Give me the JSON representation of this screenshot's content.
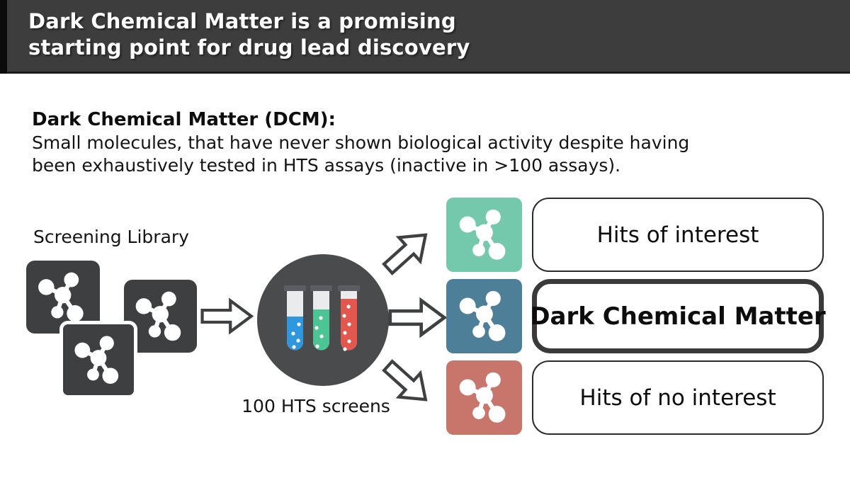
{
  "header": {
    "title_line1": "Dark Chemical Matter is a promising",
    "title_line2": "starting point for drug lead discovery",
    "bg_color": "#3d3d3d"
  },
  "definition": {
    "heading": "Dark Chemical Matter (DCM):",
    "body_line1": "Small molecules, that have never shown biological activity despite having",
    "body_line2": "been exhaustively tested in HTS assays (inactive in >100 assays)."
  },
  "diagram": {
    "screening_library_label": "Screening Library",
    "hts_screens_label": "100 HTS screens",
    "colors": {
      "dark_square": "#3d3f41",
      "hts_circle": "#494b4d",
      "tube_body": "#e9ebec",
      "tube_cap": "#5a5e62",
      "tube_blue": "#2f97dd",
      "tube_green": "#4cc595",
      "tube_red": "#e2574e",
      "teal_square": "#74c9ac",
      "blue_square": "#4d8098",
      "red_square": "#c8766c"
    },
    "outcomes": [
      {
        "label": "Hits of interest",
        "square_color": "#74c9ac",
        "emphasized": false
      },
      {
        "label": "Dark Chemical Matter",
        "square_color": "#4d8098",
        "emphasized": true
      },
      {
        "label": "Hits of no interest",
        "square_color": "#c8766c",
        "emphasized": false
      }
    ]
  }
}
